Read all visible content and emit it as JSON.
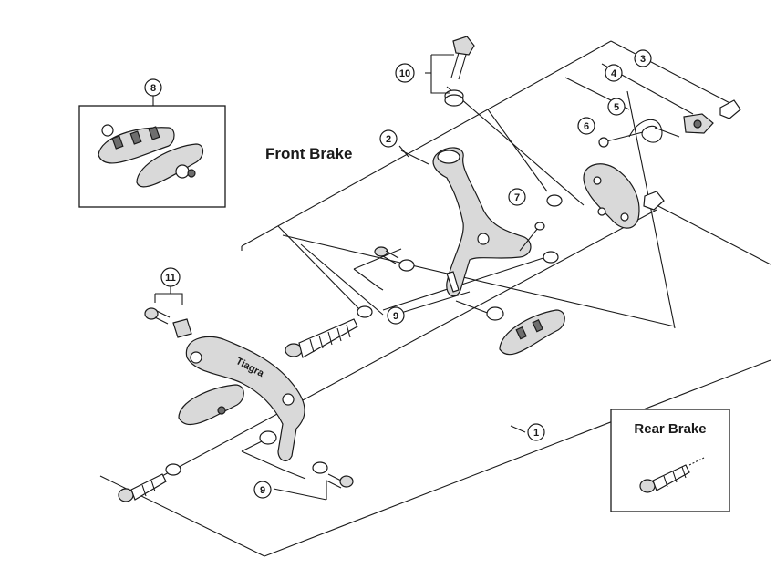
{
  "titles": {
    "front_brake": "Front Brake",
    "rear_brake": "Rear Brake"
  },
  "callouts": {
    "c1": "1",
    "c2": "2",
    "c3": "3",
    "c4": "4",
    "c5": "5",
    "c6": "6",
    "c7": "7",
    "c8": "8",
    "c9a": "9",
    "c9b": "9",
    "c10": "10",
    "c11": "11"
  },
  "arm_marking": "Tiagra",
  "colors": {
    "ink": "#1a1a1a",
    "paper": "#ffffff",
    "shade": "#d9d9d9",
    "dark": "#6e6e6e"
  }
}
